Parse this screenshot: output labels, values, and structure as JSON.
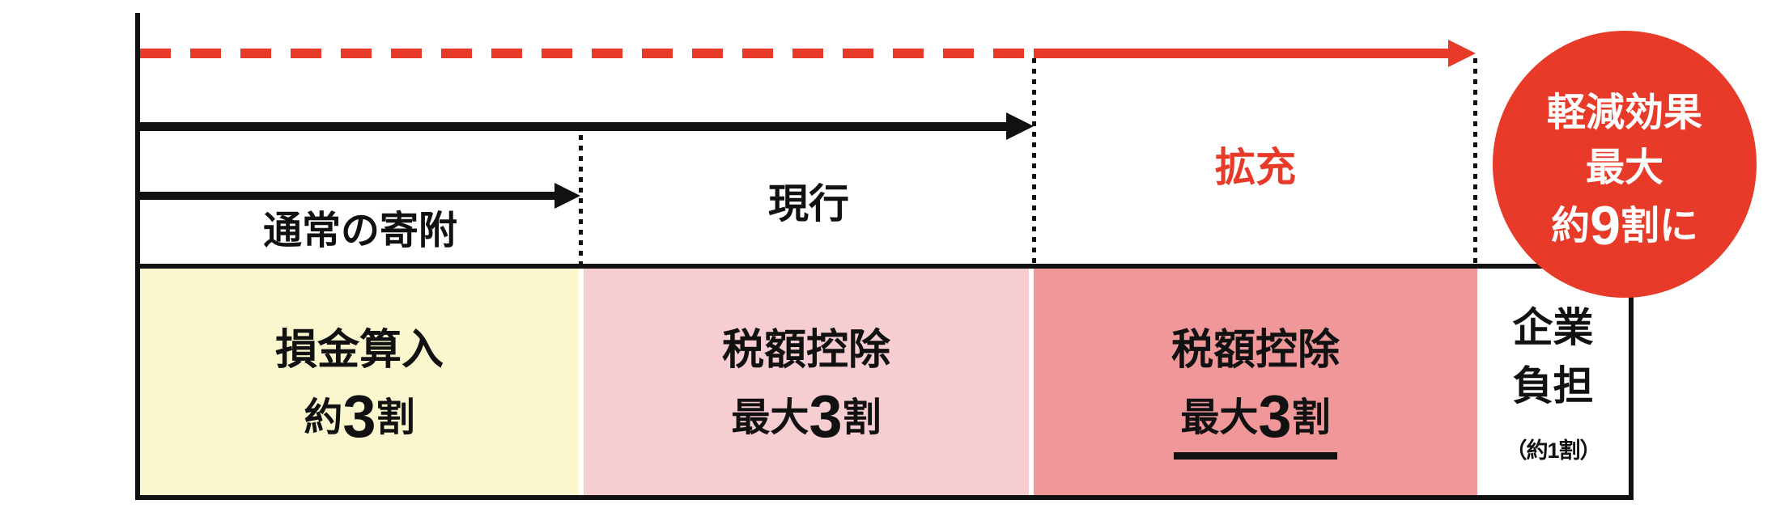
{
  "arrows": {
    "normal_label": "通常の寄附",
    "current_label": "現行",
    "expanded_label": "拡充"
  },
  "bar": {
    "sections": [
      {
        "line1": "損金算入",
        "line2": {
          "pre": "約",
          "big": "3",
          "post": "割"
        }
      },
      {
        "line1": "税額控除",
        "line2": {
          "pre": "最大",
          "big": "3",
          "post": "割"
        }
      },
      {
        "line1": "税額控除",
        "line2": {
          "pre": "最大",
          "big": "3",
          "post": "割"
        }
      },
      {
        "line1": "企業",
        "line2": "負担",
        "note": "（約1割）"
      }
    ]
  },
  "badge": {
    "line1": "軽減効果",
    "line2": "最大",
    "line3": {
      "pre": "約",
      "big": "9",
      "post": "割に"
    }
  },
  "colors": {
    "red": "#E73A28",
    "yellow": "#FAF7CF",
    "pink_light": "#F6CDD0",
    "pink_dark": "#EF9799",
    "ink": "#111111"
  }
}
